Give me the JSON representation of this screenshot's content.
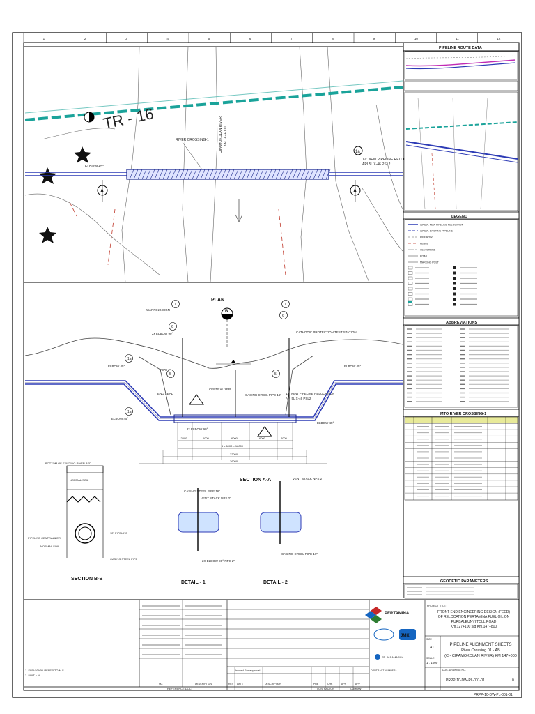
{
  "sheet": {
    "zone_numbers": [
      "1",
      "2",
      "3",
      "4",
      "5",
      "6",
      "7",
      "8",
      "9",
      "10",
      "11",
      "12"
    ],
    "bottom_ref": "PRPP-10-DW-PL-001-01"
  },
  "top_plan": {
    "river_crossing_label": "RIVER CROSSING-1",
    "river_label": "CIPAMOKOLAN RIVER",
    "river_km": "KM 147+000",
    "elbow_label": "ELBOW 45°",
    "pipe_callout": "12\" NEW PIPELINE RELOCATION",
    "pipe_callout_2": "API 5L X-46 PSL2",
    "tr_marker": "TR - 16",
    "section_marker": "A",
    "bubble_1a": "1a"
  },
  "right_panel": {
    "pipeline_route_title": "PIPELINE ROUTE DATA",
    "legend_title": "LEGEND",
    "abbreviations_title": "ABBREVIATIONS",
    "material_title": "MTO RIVER CROSSING-1",
    "geodetic_title": "GEODETIC PARAMETERS",
    "legend_items": [
      "12\" DIA. NEW PIPELINE RELOCATION",
      "12\" DIA. EXISTING PIPELINE",
      "PIPE ROW",
      "FENCE",
      "CENTERLINE",
      "ROAD",
      "MARKING POST"
    ]
  },
  "section": {
    "plan_label": "PLAN",
    "marker_b": "B",
    "warning_sign": "WARNING SIGN",
    "elbow_90": "2x ELBOW 90°",
    "elbow_45": "ELBOW 45°",
    "pipe_2": "PIPE 2\"",
    "end_seal": "END SEAL",
    "centralizer": "CENTRALIZER",
    "casing_pipe": "CASING STEEL PIPE 16\"",
    "new_pipeline": "12\" NEW PIPELINE RELOCATION",
    "new_pipeline_2": "API 5L X-46 PSL2",
    "cp_station": "CATHODIC PROTECTION TEST STATION",
    "dims_row1": [
      "2000",
      "6000",
      "6000",
      "6000",
      "2000"
    ],
    "dim_total_inner": "6 x 6000 = 18000",
    "dim_total_outer": "22000",
    "dim_total_all": "26000",
    "bubbles": [
      "1a",
      "1a",
      "5",
      "6",
      "7",
      "5",
      "6",
      "7"
    ]
  },
  "details": {
    "section_bb_title": "SECTION B-B",
    "detail1_title": "DETAIL - 1",
    "detail2_title": "DETAIL - 2",
    "section_aa_title": "SECTION A-A",
    "bottom_river_bed": "BOTTOM OF EXISTING RIVER BED",
    "normal_soil": "NORMAL SOIL",
    "pipeline_centralizer": "PIPELINE CENTRALIZER",
    "pipe_12": "12\" PIPELINE",
    "casing_steel_pipe": "CASING STEEL PIPE",
    "casing_16": "CASING STEEL PIPE 16\"",
    "vent_stack": "VENT STACK NPS 2\"",
    "elbow_90_nps": "2X ELBOW 90° NPS 2\""
  },
  "title_block": {
    "notes": [
      "1. ELEVATION REFER TO M.S.L.",
      "2. UNIT = M"
    ],
    "company": "PERTAMINA",
    "project_title_label": "PROJECT TITLE :",
    "project_title": [
      "FRONT END ENGINEERING DESIGN (FEED)",
      "OF RELOCATION PERTAMINA FUEL OIL ON",
      "PURBALEUNYI TOLL ROAD",
      "Km.127+100 s/d Km.147+800"
    ],
    "dwg_title_lines": [
      "PIPELINE ALIGNMENT SHEETS",
      "River Crossing 01 - AB",
      "(C - CIPAMOKOLAN RIVER) KM 147+000"
    ],
    "size_label": "SIZE",
    "size_value": "A1",
    "scale_label": "SCALE",
    "scale_value": "1 : 1000",
    "drawing_no_label": "DOC. DRAWING NO.",
    "drawing_no": "PRPP-10-DW-PL-001-01",
    "rev_value": "0",
    "issued_for": "Issued For approval",
    "contract_label": "CONTRACT NUMBER :",
    "contractor": "PT. JASAMARGA",
    "rev_headers": [
      "REV",
      "DATE",
      "DESCRIPTION",
      "PRE",
      "CHK",
      "APP",
      "APP"
    ],
    "rev_sub": [
      "CONTRACTOR",
      "COMPANY"
    ],
    "reference_header": [
      "NO.",
      "DESCRIPTION"
    ],
    "reference_footer": "REFERENCE DOC"
  }
}
